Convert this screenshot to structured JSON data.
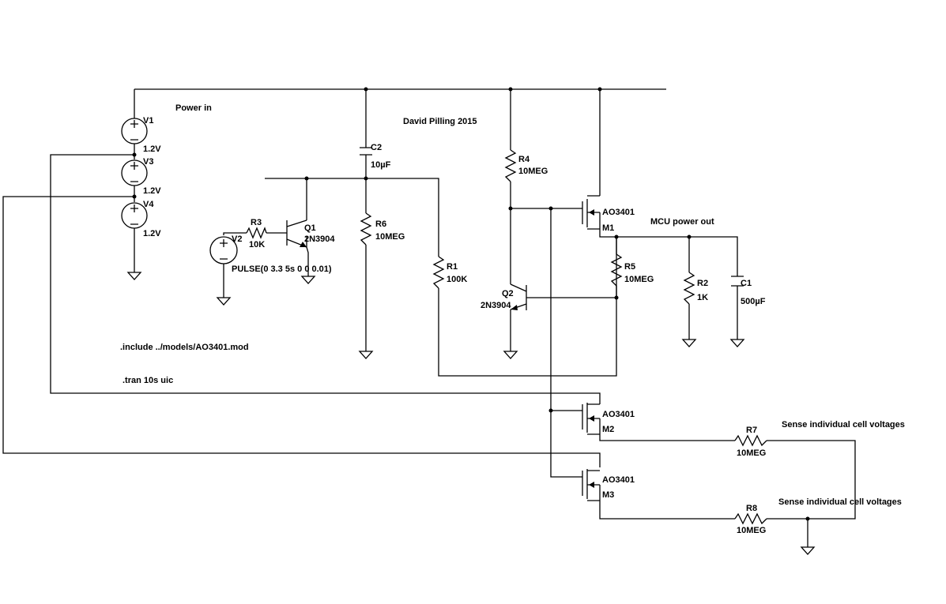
{
  "labels": {
    "power_in": "Power in",
    "author": "David Pilling 2015",
    "mcu_power_out": "MCU power out",
    "include": ".include ../models/AO3401.mod",
    "tran": ".tran 10s uic",
    "sense1": "Sense individual cell voltages",
    "sense2": "Sense individual cell voltages"
  },
  "components": {
    "v1": {
      "name": "V1",
      "value": "1.2V"
    },
    "v3": {
      "name": "V3",
      "value": "1.2V"
    },
    "v4": {
      "name": "V4",
      "value": "1.2V"
    },
    "v2": {
      "name": "V2",
      "value": "PULSE(0 3.3 5s 0 0 0.01)"
    },
    "r3": {
      "name": "R3",
      "value": "10K"
    },
    "q1": {
      "name": "Q1",
      "value": "2N3904"
    },
    "c2": {
      "name": "C2",
      "value": "10µF"
    },
    "r6": {
      "name": "R6",
      "value": "10MEG"
    },
    "r1": {
      "name": "R1",
      "value": "100K"
    },
    "r4": {
      "name": "R4",
      "value": "10MEG"
    },
    "q2": {
      "name": "Q2",
      "value": "2N3904"
    },
    "m1": {
      "name": "M1",
      "value": "AO3401"
    },
    "r5": {
      "name": "R5",
      "value": "10MEG"
    },
    "r2": {
      "name": "R2",
      "value": "1K"
    },
    "c1": {
      "name": "C1",
      "value": "500µF"
    },
    "m2": {
      "name": "M2",
      "value": "AO3401"
    },
    "m3": {
      "name": "M3",
      "value": "AO3401"
    },
    "r7": {
      "name": "R7",
      "value": "10MEG"
    },
    "r8": {
      "name": "R8",
      "value": "10MEG"
    }
  }
}
